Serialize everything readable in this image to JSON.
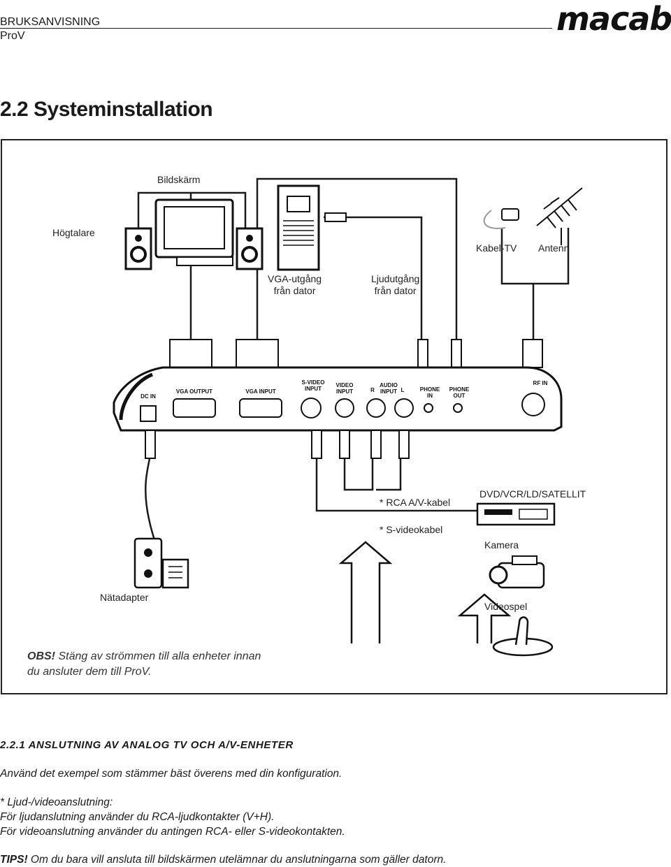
{
  "header": {
    "doc_type": "BRUKSANVISNING",
    "product": "ProV",
    "brand": "macab"
  },
  "title": "2.2 Systeminstallation",
  "diagram": {
    "labels": {
      "bildskarm": "Bildskärm",
      "hogtalare": "Högtalare",
      "kabel_tv": "Kabel-TV",
      "antenn": "Antenn",
      "vga_line1": "VGA-utgång",
      "vga_line2": "från dator",
      "ljud_line1": "Ljudutgång",
      "ljud_line2": "från dator",
      "rca_kabel": "* RCA A/V-kabel",
      "s_videokabel": "* S-videokabel",
      "dvd": "DVD/VCR/LD/SATELLIT",
      "kamera": "Kamera",
      "natadapter": "Nätadapter",
      "videospel": "Videospel"
    },
    "ports": {
      "dc_in": "DC IN",
      "vga_output": "VGA OUTPUT",
      "vga_input": "VGA INPUT",
      "svideo_1": "S-VIDEO",
      "svideo_2": "INPUT",
      "video_1": "VIDEO",
      "video_2": "INPUT",
      "audio_r": "R",
      "audio_1": "AUDIO",
      "audio_2": "INPUT",
      "audio_l": "L",
      "phone_in_1": "PHONE",
      "phone_in_2": "IN",
      "phone_out_1": "PHONE",
      "phone_out_2": "OUT",
      "rf_in": "RF IN"
    },
    "obs_bold": "OBS!",
    "obs_line1": " Stäng av strömmen till alla enheter innan",
    "obs_line2": "du ansluter dem till ProV."
  },
  "section": {
    "heading": "2.2.1 ANSLUTNING AV ANALOG TV OCH A/V-ENHETER",
    "p1": "Använd det exempel som stämmer bäst överens med din konfiguration.",
    "note_line1": "* Ljud-/videoanslutning:",
    "note_line2": "För ljudanslutning använder du RCA-ljudkontakter (V+H).",
    "note_line3": "För videoanslutning använder du antingen RCA- eller S-videokontakten.",
    "tips_bold": "TIPS!",
    "tips_text": " Om du bara vill ansluta till bildskärmen utelämnar du anslutningarna som gäller datorn."
  }
}
